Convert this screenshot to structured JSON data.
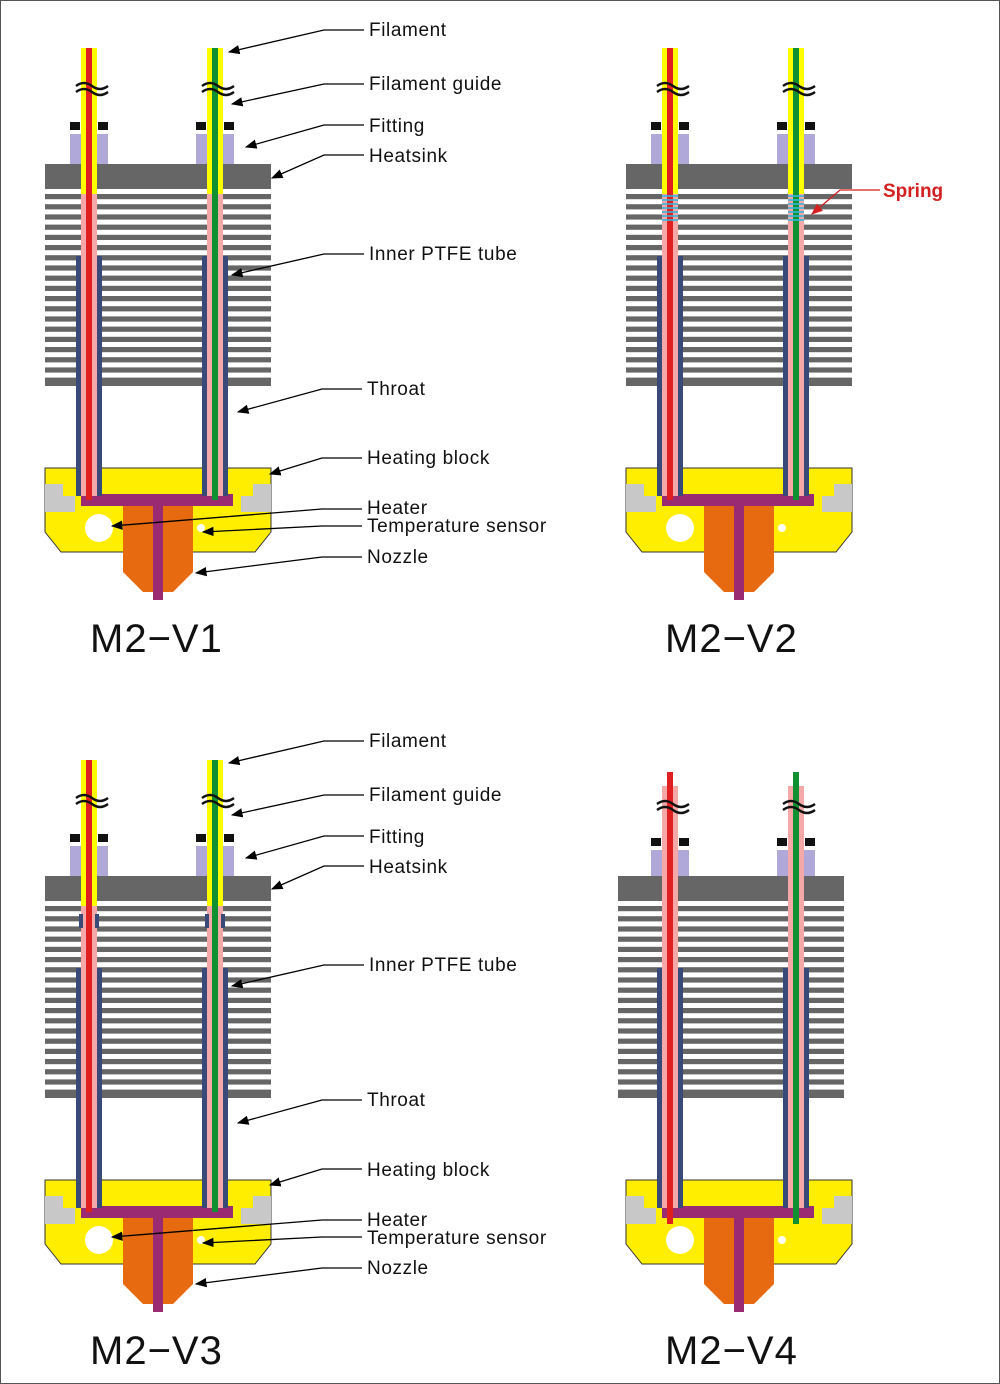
{
  "labels": {
    "filament": "Filament",
    "filament_guide": "Filament guide",
    "fitting": "Fitting",
    "heatsink": "Heatsink",
    "inner_ptfe_tube": "Inner  PTFE  tube",
    "throat": "Throat",
    "heating_block": "Heating block",
    "heater": "Heater",
    "temperature_sensor": "Temperature sensor",
    "nozzle": "Nozzle",
    "spring": "Spring"
  },
  "variants": [
    {
      "id": "v1",
      "title": "M2−V1"
    },
    {
      "id": "v2",
      "title": "M2−V2"
    },
    {
      "id": "v3",
      "title": "M2−V3"
    },
    {
      "id": "v4",
      "title": "M2−V4"
    }
  ],
  "colors": {
    "heatsink": "#666666",
    "filament_left": "#e02020",
    "filament_right": "#109030",
    "filament_guide": "#ffff00",
    "inner_ptfe": "#f4a8a8",
    "throat": "#3a4a78",
    "fitting": "#b0a8d8",
    "heating_block": "#ffee00",
    "block_insert": "#c8c8c8",
    "heater": "#9a2a72",
    "nozzle": "#e86a10",
    "spring": "#30b8e0",
    "spring_label": "#d42020"
  }
}
